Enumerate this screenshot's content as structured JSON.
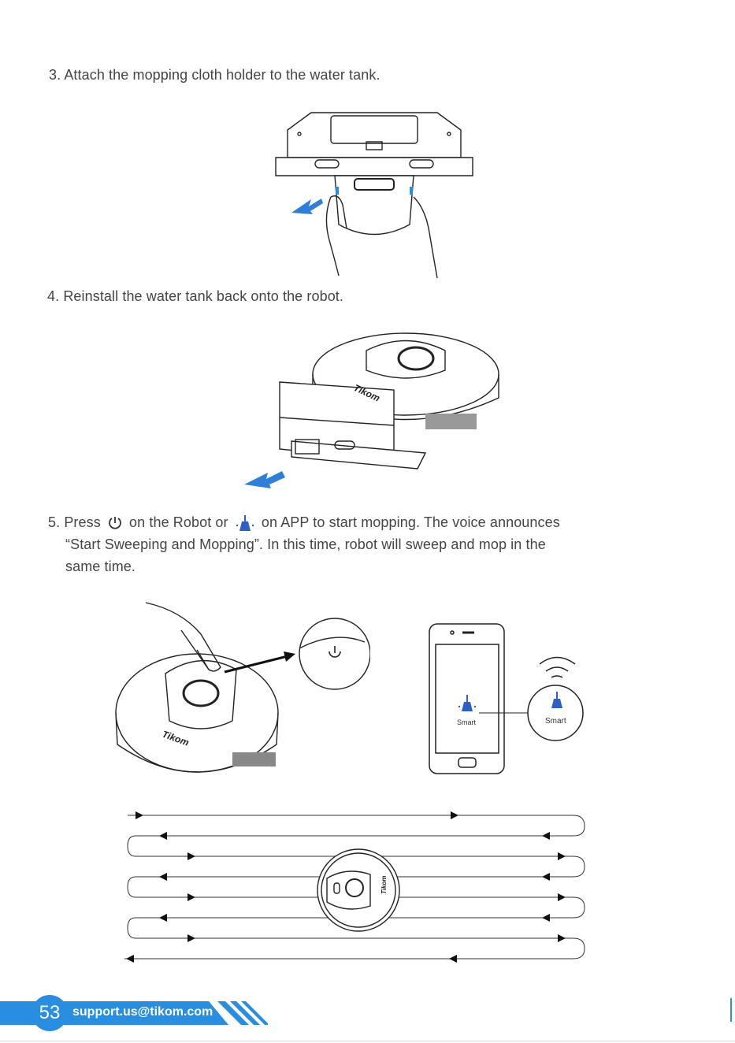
{
  "steps": {
    "step3": "3. Attach the mopping cloth holder to the water tank.",
    "step4": "4. Reinstall the water tank back onto the robot.",
    "step5": {
      "part1": "5. Press",
      "part2": "on the Robot or",
      "part3": "on APP to start mopping. The voice announces",
      "line2": "“Start Sweeping and Mopping”. In this time, robot will sweep and mop in the",
      "line3": "same time."
    }
  },
  "robot_brand": "Tikom",
  "app": {
    "button_label": "Smart",
    "zoom_label": "Smart"
  },
  "footer": {
    "page_number": "53",
    "email": "support.us@tikom.com"
  },
  "colors": {
    "accent": "#2a8ee0",
    "arrow_blue": "#2f7fd8",
    "icon_blue": "#2d5fc4"
  },
  "icons": [
    "power-icon",
    "smart-mop-icon",
    "wifi-signal-icon",
    "push-arrow-icon"
  ]
}
